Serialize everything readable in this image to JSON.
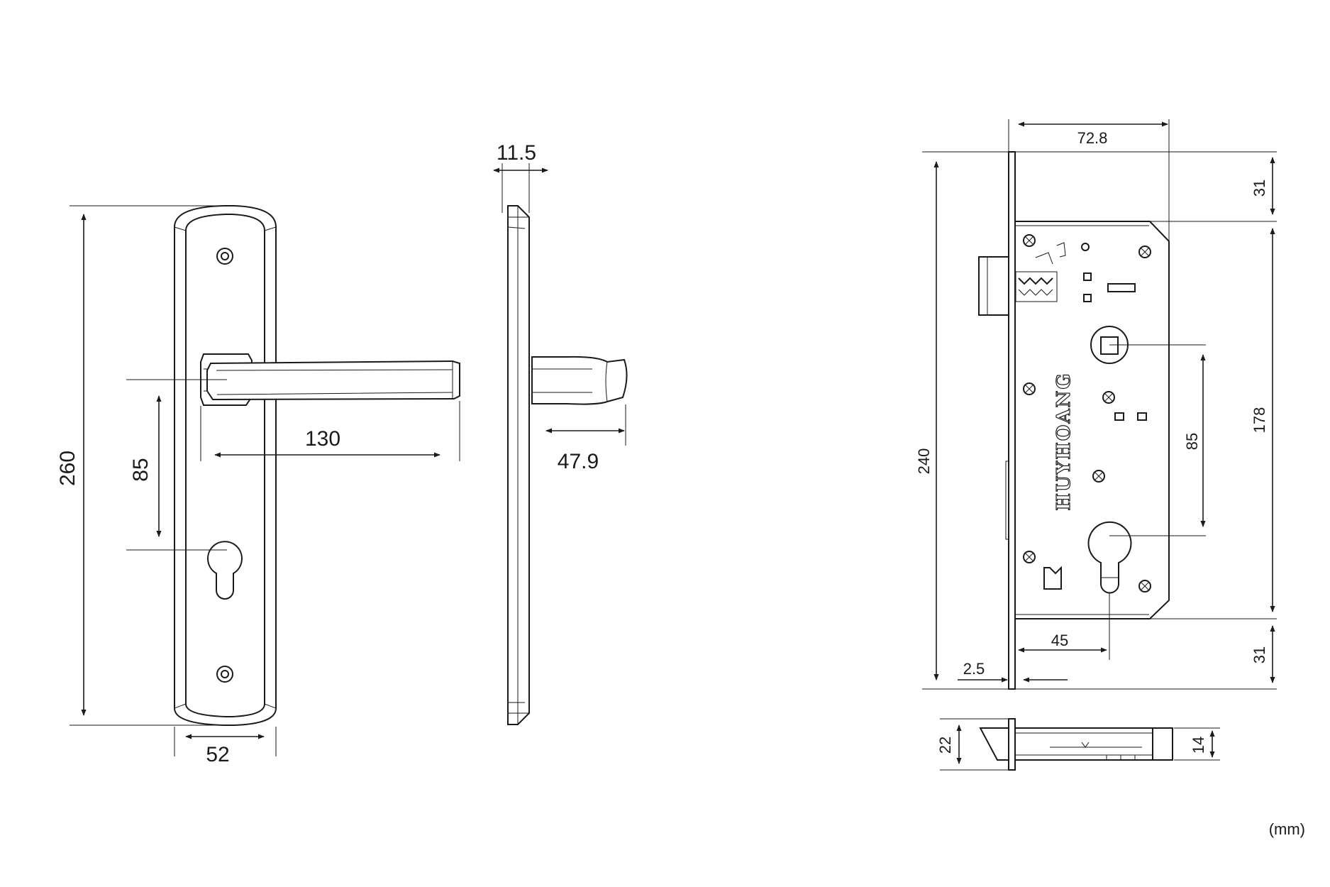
{
  "units": "(mm)",
  "brand": "HUYHOANG",
  "handle_front": {
    "height": "260",
    "width": "52",
    "spindle_to_cylinder": "85",
    "handle_length": "130"
  },
  "handle_side": {
    "thickness": "11.5",
    "projection": "47.9"
  },
  "lock_body": {
    "total_height": "240",
    "case_depth": "72.8",
    "top_offset": "31",
    "case_height": "178",
    "bottom_offset": "31",
    "spindle_to_cylinder": "85",
    "backset": "45",
    "faceplate_thickness": "2.5"
  },
  "lock_bottom": {
    "faceplate_width": "22",
    "case_width": "14"
  }
}
